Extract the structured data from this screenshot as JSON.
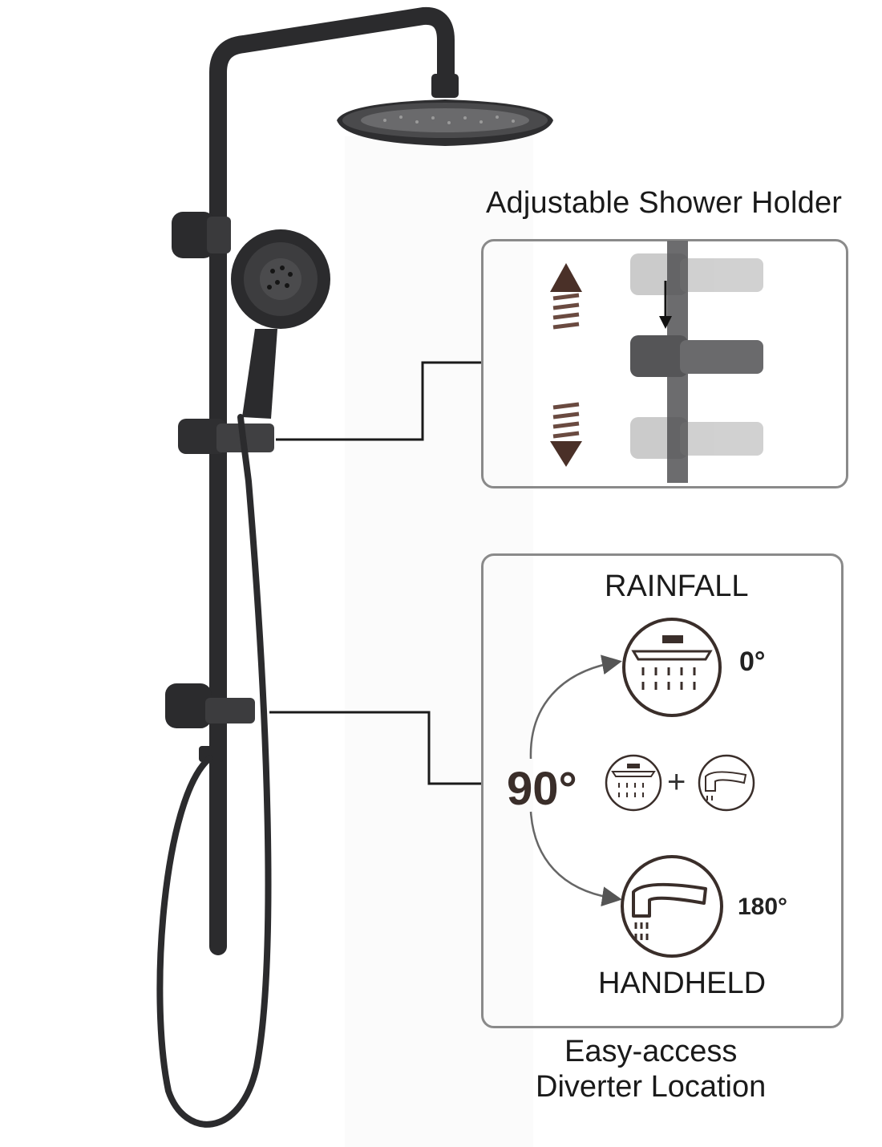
{
  "labels": {
    "holder_title": "Adjustable Shower Holder",
    "rainfall": "RAINFALL",
    "handheld": "HANDHELD",
    "deg_0": "0°",
    "deg_90": "90°",
    "deg_180": "180°",
    "plus": "+",
    "caption_line1": "Easy-access",
    "caption_line2": "Diverter Location"
  },
  "colors": {
    "fixture": "#2b2b2d",
    "accent_brown": "#4a3028",
    "panel_border": "#8a8a8a",
    "water": "#d9d9d9"
  }
}
